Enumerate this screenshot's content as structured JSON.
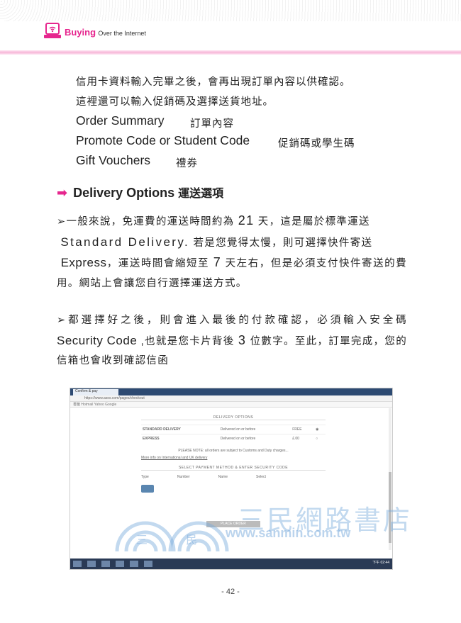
{
  "header": {
    "brand_highlight": "Buying",
    "brand_rest": "Over the Internet",
    "accent_color": "#e6268e",
    "logo_icon": "laptop-wifi-icon"
  },
  "intro": {
    "lines": [
      "信用卡資料輸入完畢之後，會再出現訂單內容以供確認。",
      "這裡還可以輸入促銷碼及選擇送貨地址。"
    ]
  },
  "terms": [
    {
      "en": "Order Summary",
      "zh": "訂單內容"
    },
    {
      "en": "Promote Code or Student Code",
      "zh": "促銷碼或學生碼"
    },
    {
      "en": "Gift Vouchers",
      "zh": "禮券"
    }
  ],
  "section": {
    "title_en": "Delivery Options",
    "title_zh": "運送選項"
  },
  "para1": {
    "a": "一般來說，免運費的運送時間約為",
    "n1": "21",
    "b": "天，這是屬於標準運送",
    "c": "Standard Delivery.",
    "d": "若是您覺得太慢，則可選擇快件寄送",
    "e": "Express",
    "f": "，運送時間會縮短至",
    "n2": "7",
    "g": "天左右，但是必須支付快件寄送的費用。網站上會讓您自行選擇運送方式。"
  },
  "para2": {
    "a": "都選擇好之後，則會進入最後的付款確認，必須輸入安全碼",
    "b": "Security Code",
    "c": ",也就是您卡片背後",
    "n": "3",
    "d": "位數字。至此，訂單完成，您的信箱也會收到確認信函"
  },
  "screenshot": {
    "tab": "Confirm & pay",
    "address": "https://www.asos.com/pages/checkout",
    "bookmarks": "書籤  Hotmail  Yahoo  Google",
    "delivery_heading": "DELIVERY OPTIONS",
    "rows": [
      {
        "name": "STANDARD DELIVERY",
        "desc": "Delivered on or before",
        "price": "FREE"
      },
      {
        "name": "EXPRESS",
        "desc": "Delivered on or before",
        "price": "£.00"
      }
    ],
    "note": "PLEASE NOTE: all orders are subject to Customs and Duty charges...",
    "more_info": "More info on International and UK delivery",
    "payment_heading": "SELECT PAYMENT METHOD & ENTER SECURITY CODE",
    "cols": [
      "Type",
      "Number",
      "Name",
      "Select"
    ],
    "place_order": "PLACE ORDER",
    "clock": "下午 02:44"
  },
  "watermark": {
    "text": "三民網路書店",
    "url": "www.sanmin.com.tw",
    "c1": "三",
    "c2": "民"
  },
  "page_number": "- 42 -"
}
